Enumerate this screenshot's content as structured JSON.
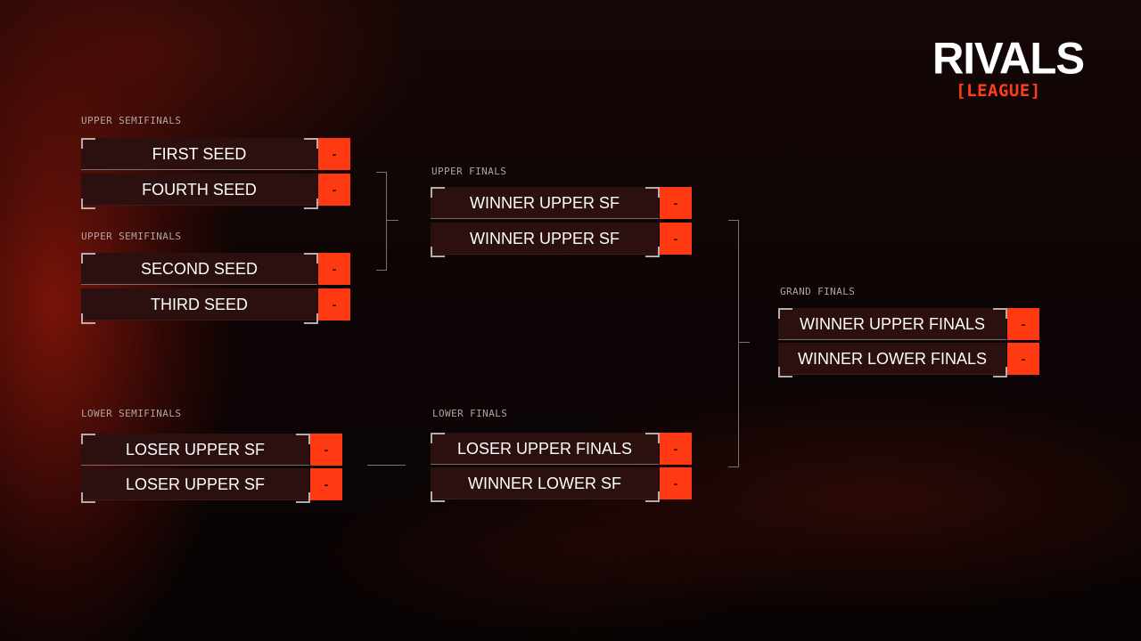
{
  "logo": {
    "main": "RIVALS",
    "sub": "[LEAGUE]"
  },
  "colors": {
    "accent": "#ff3a12",
    "slot_bg": "#2c0f0f",
    "background": "#0d0505"
  },
  "bracket": {
    "upper_sf_1": {
      "label": "UPPER SEMIFINALS",
      "teams": [
        "FIRST SEED",
        "FOURTH SEED"
      ],
      "scores": [
        "-",
        "-"
      ]
    },
    "upper_sf_2": {
      "label": "UPPER SEMIFINALS",
      "teams": [
        "SECOND SEED",
        "THIRD SEED"
      ],
      "scores": [
        "-",
        "-"
      ]
    },
    "lower_sf": {
      "label": "LOWER SEMIFINALS",
      "teams": [
        "LOSER UPPER SF",
        "LOSER UPPER SF"
      ],
      "scores": [
        "-",
        "-"
      ]
    },
    "upper_finals": {
      "label": "UPPER FINALS",
      "teams": [
        "WINNER UPPER SF",
        "WINNER UPPER SF"
      ],
      "scores": [
        "-",
        "-"
      ]
    },
    "lower_finals": {
      "label": "LOWER FINALS",
      "teams": [
        "LOSER UPPER FINALS",
        "WINNER LOWER SF"
      ],
      "scores": [
        "-",
        "-"
      ]
    },
    "grand_finals": {
      "label": "GRAND FINALS",
      "teams": [
        "WINNER UPPER FINALS",
        "WINNER LOWER FINALS"
      ],
      "scores": [
        "-",
        "-"
      ]
    }
  }
}
